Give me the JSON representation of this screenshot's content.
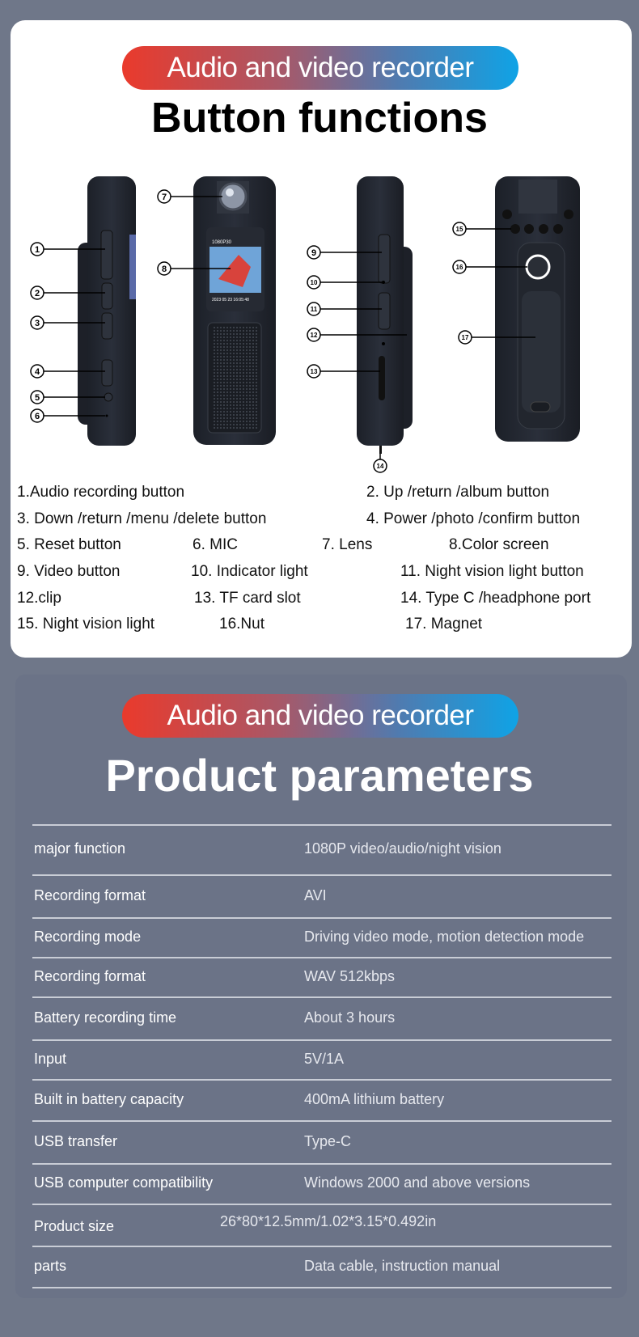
{
  "section1": {
    "badge": "Audio and video recorder",
    "title": "Button functions",
    "callouts": [
      "1",
      "2",
      "3",
      "4",
      "5",
      "6",
      "7",
      "8",
      "9",
      "10",
      "11",
      "12",
      "13",
      "14",
      "15",
      "16",
      "17"
    ],
    "features": [
      "1.Audio recording button",
      "2. Up /return /album button",
      "3. Down /return /menu /delete button",
      "4. Power /photo /confirm button",
      "5. Reset button",
      "6. MIC",
      "7.  Lens",
      "8.Color screen",
      "9. Video button",
      "10. Indicator light",
      "11. Night vision light button",
      "12.clip",
      "13. TF card slot",
      "14. Type C /headphone port",
      "15. Night vision light",
      "16.Nut",
      "17. Magnet"
    ]
  },
  "section2": {
    "badge": "Audio and video recorder",
    "title": "Product parameters",
    "rows": [
      {
        "label": "major function",
        "value": "1080P video/audio/night vision"
      },
      {
        "label": "Recording format",
        "value": "AVI"
      },
      {
        "label": "Recording mode",
        "value": "Driving video mode, motion detection mode"
      },
      {
        "label": "Recording format",
        "value": "WAV 512kbps"
      },
      {
        "label": "Battery recording time",
        "value": "About 3 hours"
      },
      {
        "label": "Input",
        "value": "5V/1A"
      },
      {
        "label": "Built in battery capacity",
        "value": "400mA lithium battery"
      },
      {
        "label": "USB transfer",
        "value": "Type-C"
      },
      {
        "label": "USB computer compatibility",
        "value": "Windows 2000 and above versions"
      },
      {
        "label": "Product size",
        "value": "26*80*12.5mm/1.02*3.15*0.492in"
      },
      {
        "label": "parts",
        "value": "Data cable, instruction manual"
      }
    ]
  },
  "colors": {
    "background": "#6f7789",
    "panel": "#6b7387",
    "badge_start": "#ea3a2c",
    "badge_end": "#0fa3e6"
  }
}
